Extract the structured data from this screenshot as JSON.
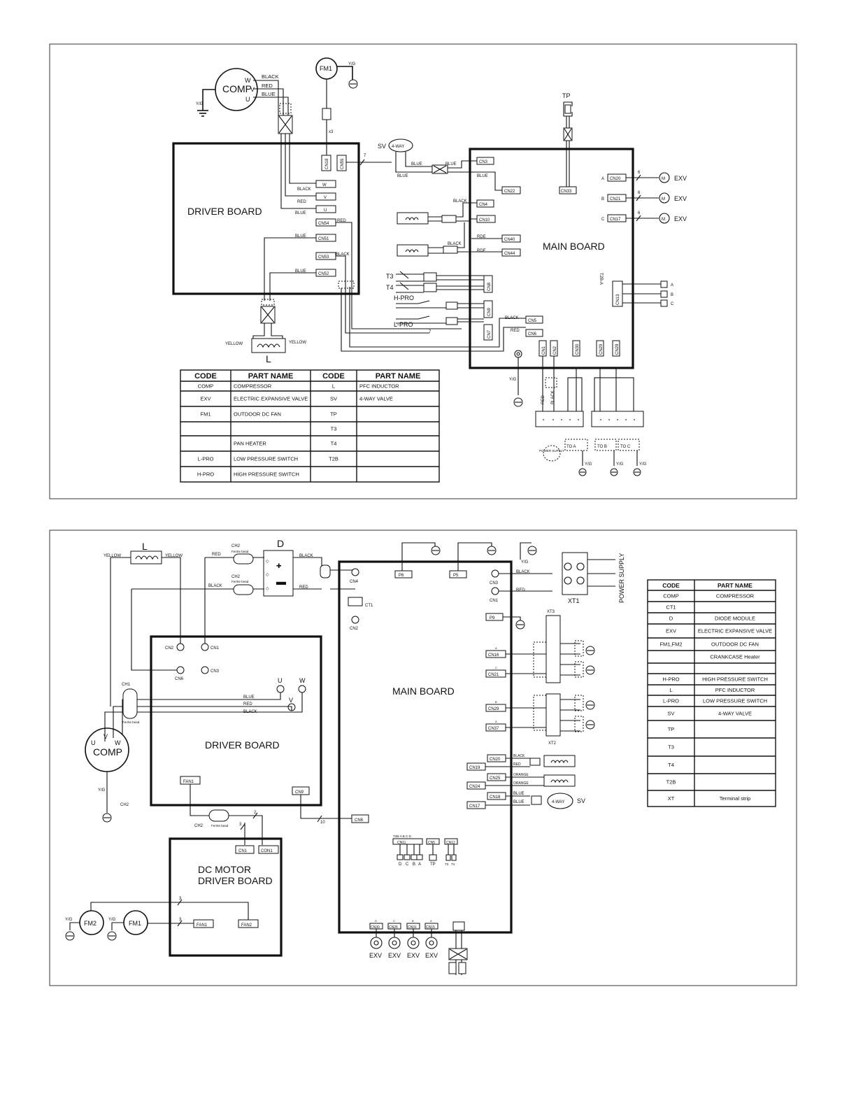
{
  "diagram1": {
    "driver_board": "DRIVER BOARD",
    "main_board": "MAIN  BOARD",
    "comp": "COMP",
    "comp_pins": [
      "W",
      "V",
      "U"
    ],
    "comp_wires": [
      "BLACK",
      "RED",
      "BLUE"
    ],
    "fm1": "FM1",
    "yg": "Y/G",
    "tp": "TP",
    "sv": "SV",
    "four_way": "4-WAY",
    "driver_connectors": [
      {
        "label": "CN18"
      },
      {
        "label": "CN55"
      },
      {
        "label": "W"
      },
      {
        "label": "V"
      },
      {
        "label": "U"
      },
      {
        "label": "CN54"
      },
      {
        "label": "CN51"
      },
      {
        "label": "CN53"
      },
      {
        "label": "CN52"
      }
    ],
    "driver_wire_labels": [
      "BLACK",
      "RED",
      "BLUE",
      "RED",
      "BLUE",
      "BLACK",
      "BLUE"
    ],
    "main_connectors_left": [
      "CN3",
      "CN22",
      "CN33",
      "CN4",
      "CN10",
      "CN40",
      "CN44",
      "CN8",
      "CN9",
      "CN7",
      "CN5",
      "CN6"
    ],
    "main_wire_labels": [
      "BLUE",
      "BLUE",
      "BLUE",
      "BLACK",
      "BLACK",
      "RDE",
      "RDE",
      "BLACK",
      "RED"
    ],
    "exv_rows": [
      {
        "letter": "A",
        "conn": "CN20",
        "count": "6",
        "label": "EXV"
      },
      {
        "letter": "B",
        "conn": "CN21",
        "count": "6",
        "label": "EXV"
      },
      {
        "letter": "C",
        "conn": "CN17",
        "count": "6",
        "label": "EXV"
      }
    ],
    "t2b": [
      "T2B-A",
      "B",
      "C"
    ],
    "cn13": "CN13",
    "t2b_ends": [
      "A",
      "B",
      "C"
    ],
    "bottom_conns": [
      "CN1",
      "CN2",
      "CN30",
      "CN29",
      "CN28"
    ],
    "sensors": {
      "t3": "T3",
      "t4": "T4",
      "hpro": "H-PRO",
      "lpro": "L-PRO"
    },
    "inductor": {
      "label": "L",
      "left": "YELLOW",
      "right": "YELLOW"
    },
    "wire_count_7a": "7",
    "wire_count_7b": "7",
    "wire_count_x3": "x3",
    "terminal_labels": [
      "TO  A",
      "TO  B",
      "TO  C"
    ],
    "power_supply": "POWER SUPPLY",
    "bottom_wire_labels": [
      "RED",
      "BLACK"
    ],
    "table": {
      "headers": [
        "CODE",
        "PART NAME",
        "CODE",
        "PART NAME"
      ],
      "rows": [
        [
          "COMP",
          "COMPRESSOR",
          "L",
          "PFC INDUCTOR"
        ],
        [
          "EXV",
          "ELECTRIC EXPANSIVE VALVE",
          "SV",
          "4-WAY VALVE"
        ],
        [
          "FM1",
          "OUTDOOR DC  FAN",
          "TP",
          ""
        ],
        [
          "",
          "",
          "T3",
          ""
        ],
        [
          "",
          "PAN HEATER",
          "T4",
          ""
        ],
        [
          "L-PRO",
          "LOW PRESSURE SWITCH",
          "T2B",
          ""
        ],
        [
          "H-PRO",
          "HIGH PRESSURE SWITCH",
          "",
          ""
        ]
      ]
    }
  },
  "diagram2": {
    "main_board": "MAIN BOARD",
    "driver_board": "DRIVER BOARD",
    "dc_motor": [
      "DC MOTOR",
      "DRIVER BOARD"
    ],
    "inductor": {
      "label": "L",
      "left": "YELLOW",
      "right": "YELLOW"
    },
    "diode": "D",
    "ch2_top": [
      "CH2",
      "Ferrite bead"
    ],
    "wires_top": [
      "RED",
      "BLACK",
      "BLACK",
      "RED"
    ],
    "main_conns_top": [
      "P6",
      "P5",
      "CN4",
      "CN3",
      "CN1",
      "CT1",
      "CN2",
      "P9"
    ],
    "main_wires": [
      "BLACK",
      "RED"
    ],
    "driver_conns": [
      "CN2",
      "CN1",
      "CN6",
      "CN3",
      "FAN1",
      "CN9"
    ],
    "uw": [
      "U",
      "W",
      "V"
    ],
    "phase_wires": [
      "BLUE",
      "RED",
      "BLACK"
    ],
    "ch1": "CH1",
    "ferrite": "Ferrite bead",
    "comp": "COMP",
    "comp_pins": [
      "U",
      "V",
      "W"
    ],
    "yg": "Y/G",
    "ch2": "CH2",
    "cn6": "CN6",
    "wire_count_10": "10",
    "wire_count_3": "3",
    "wire_count_2": "2",
    "motor_conns": [
      "CN1",
      "CON1",
      "FAN1",
      "FAN2"
    ],
    "fans": [
      "FM2",
      "FM1"
    ],
    "xt1": "XT1",
    "xt3": "XT3",
    "xt2": "XT2",
    "power_supply": "POWER SUPPLY",
    "right_conns": [
      "CN16",
      "CN21",
      "CN29",
      "CN37"
    ],
    "right_letters": [
      "A",
      "C",
      "B",
      "A"
    ],
    "heater_conns": [
      "CN20",
      "CN19",
      "CN25",
      "CN24",
      "CN18",
      "CN17"
    ],
    "heater_wires": [
      "BLACK",
      "RED",
      "ORANGE",
      "ORANGE",
      "BLUE",
      "BLUE"
    ],
    "sv": "SV",
    "four_way": "4-WAY",
    "exv_bottom": [
      {
        "conn": "CN30",
        "letter": "D"
      },
      {
        "conn": "CN26",
        "letter": "C"
      },
      {
        "conn": "CN31",
        "letter": "B"
      },
      {
        "conn": "CN15",
        "letter": "A"
      }
    ],
    "exv": "EXV",
    "sensor_conns": [
      "CN11",
      "CN5",
      "CN12"
    ],
    "sensor_letters": [
      "D",
      "C",
      "B",
      "A"
    ],
    "sensor_labels": [
      "TP",
      "T3",
      "T4"
    ],
    "t2b_header": "T2B-A B C D",
    "table": {
      "headers": [
        "CODE",
        "PART NAME"
      ],
      "rows": [
        [
          "COMP",
          "COMPRESSOR"
        ],
        [
          "CT1",
          ""
        ],
        [
          "D",
          "DIODE MODULE"
        ],
        [
          "EXV",
          "ELECTRIC EXPANSIVE VALVE"
        ],
        [
          "FM1,FM2",
          "OUTDOOR DC  FAN"
        ],
        [
          "",
          "CRANKCASE  Heater"
        ],
        [
          "",
          ""
        ],
        [
          "H-PRO",
          "HIGH PRESSURE SWITCH"
        ],
        [
          "L",
          "PFC INDUCTOR"
        ],
        [
          "L-PRO",
          "LOW PRESSURE SWITCH"
        ],
        [
          "SV",
          "4-WAY VALVE"
        ],
        [
          "TP",
          ""
        ],
        [
          "T3",
          ""
        ],
        [
          "T4",
          ""
        ],
        [
          "T2B",
          ""
        ],
        [
          "XT",
          "Terminal strip"
        ]
      ]
    }
  }
}
